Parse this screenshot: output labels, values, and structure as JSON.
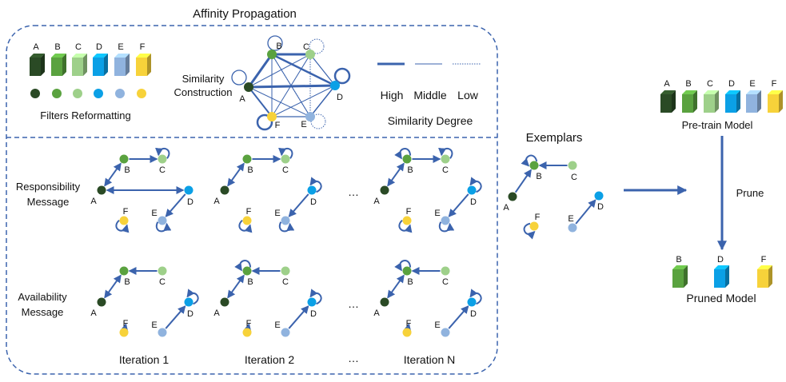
{
  "title": "Affinity Propagation",
  "colors": {
    "A": "#2a4a25",
    "B": "#5aa23f",
    "C": "#9ed08a",
    "D": "#0ba0e6",
    "E": "#90b3de",
    "F": "#f7d23a",
    "edge": "#3b63ad"
  },
  "filters": {
    "labels": [
      "A",
      "B",
      "C",
      "D",
      "E",
      "F"
    ],
    "caption": "Filters Reformatting"
  },
  "similarity": {
    "caption_line1": "Similarity",
    "caption_line2": "Construction",
    "node_labels": {
      "A": "A",
      "B": "B",
      "C": "C",
      "D": "D",
      "E": "E",
      "F": "F"
    },
    "legend": {
      "high": "High",
      "middle": "Middle",
      "low": "Low",
      "title": "Similarity Degree"
    }
  },
  "messages": {
    "responsibility_line1": "Responsibility",
    "responsibility_line2": "Message",
    "availability_line1": "Availability",
    "availability_line2": "Message",
    "ellipsis": "…"
  },
  "iterations": [
    "Iteration 1",
    "Iteration 2",
    "Iteration N"
  ],
  "exemplars": {
    "title": "Exemplars"
  },
  "pretrain": {
    "title": "Pre-train Model",
    "labels": [
      "A",
      "B",
      "C",
      "D",
      "E",
      "F"
    ]
  },
  "prune_label": "Prune",
  "pruned": {
    "title": "Pruned Model",
    "labels": [
      "B",
      "D",
      "F"
    ]
  }
}
